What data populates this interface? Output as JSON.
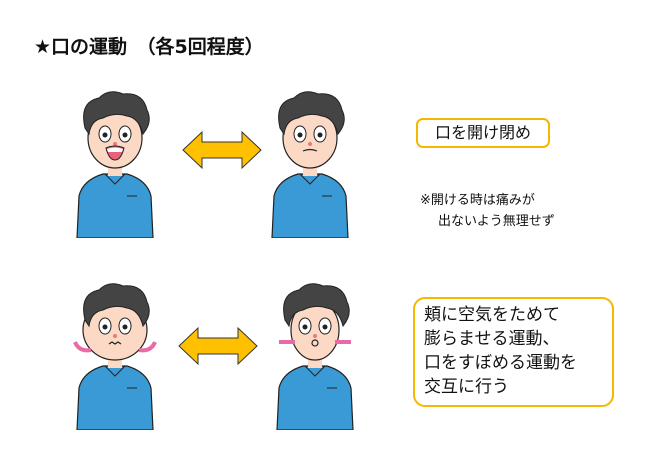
{
  "title": "★口の運動　（各5回程度）",
  "exercise1": {
    "label": "口を開け閉め",
    "note_lines": [
      "※開ける時は痛みが",
      "出ないよう無理せず"
    ]
  },
  "exercise2": {
    "lines": [
      "頬に空気をためて",
      "膨らませる運動、",
      "口をすぼめる運動を",
      "交互に行う"
    ]
  },
  "colors": {
    "accent": "#f5b800",
    "arrow": "#ffc000",
    "shirt": "#3a9ad5",
    "hair": "#444444",
    "skin": "#fbd9c4",
    "cheek_arrow": "#e86aa6"
  }
}
